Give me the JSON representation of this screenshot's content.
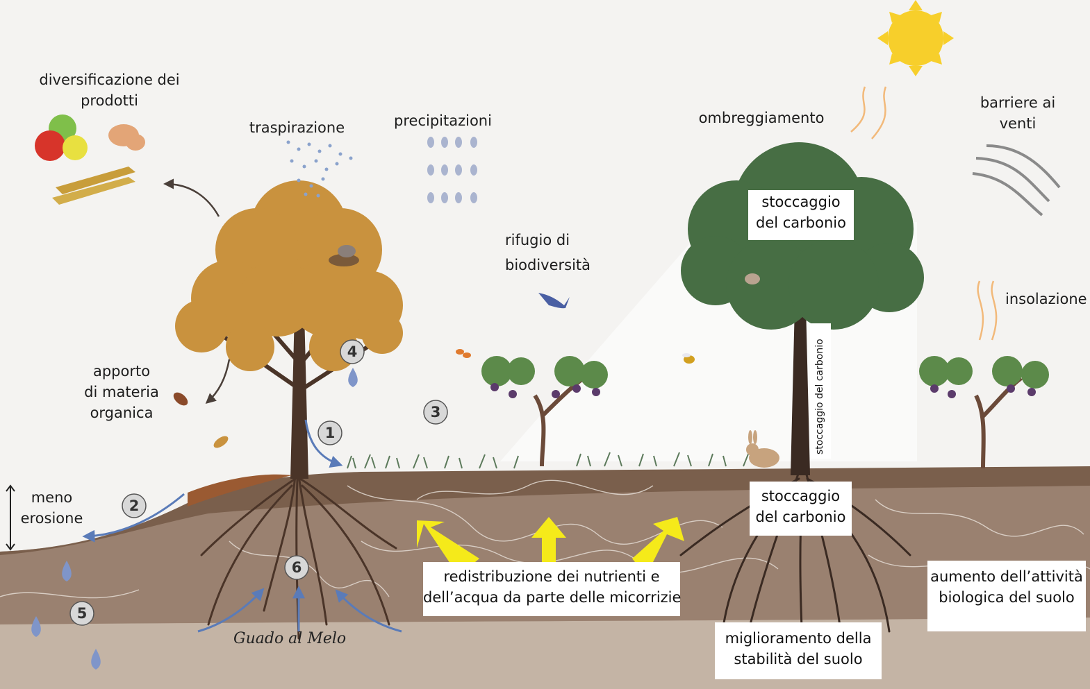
{
  "labels": {
    "diversification": [
      "diversificazione dei",
      "prodotti"
    ],
    "transpiration": "traspirazione",
    "precipitation": "precipitazioni",
    "shading": "ombreggiamento",
    "wind_barriers": [
      "barriere ai",
      "venti"
    ],
    "biodiversity_refuge": [
      "rifugio di",
      "biodiversità"
    ],
    "insolation": "insolazione",
    "organic_matter": [
      "apporto",
      "di materia",
      "organica"
    ],
    "less_erosion": [
      "meno",
      "erosione"
    ],
    "signature": "Guado al Melo"
  },
  "boxes": {
    "carbon_storage_canopy": [
      "stoccaggio",
      "del carbonio"
    ],
    "carbon_storage_roots": [
      "stoccaggio",
      "del carbonio"
    ],
    "carbon_storage_trunk": "stoccaggio del carbonio",
    "nutrient_redistribution": [
      "redistribuzione dei nutrienti e",
      "dell’acqua da parte delle micorrizie"
    ],
    "soil_activity": [
      "aumento dell’attività",
      "biologica del suolo"
    ],
    "soil_stability": [
      "miglioramento della",
      "stabilità del suolo"
    ]
  },
  "markers": [
    "1",
    "2",
    "3",
    "4",
    "5",
    "6"
  ],
  "colors": {
    "sky": "#f4f3f1",
    "topsoil": "#7a5f4c",
    "subsoil": "#9a8170",
    "deep_soil": "#b6a494",
    "autumn_foliage": "#c9923e",
    "green_foliage": "#476e44",
    "water_arrow": "#5a7bb8",
    "nutrient_arrow": "#f5ea1a",
    "sun": "#f7cf2b",
    "grapes": "#5b3b6b"
  }
}
